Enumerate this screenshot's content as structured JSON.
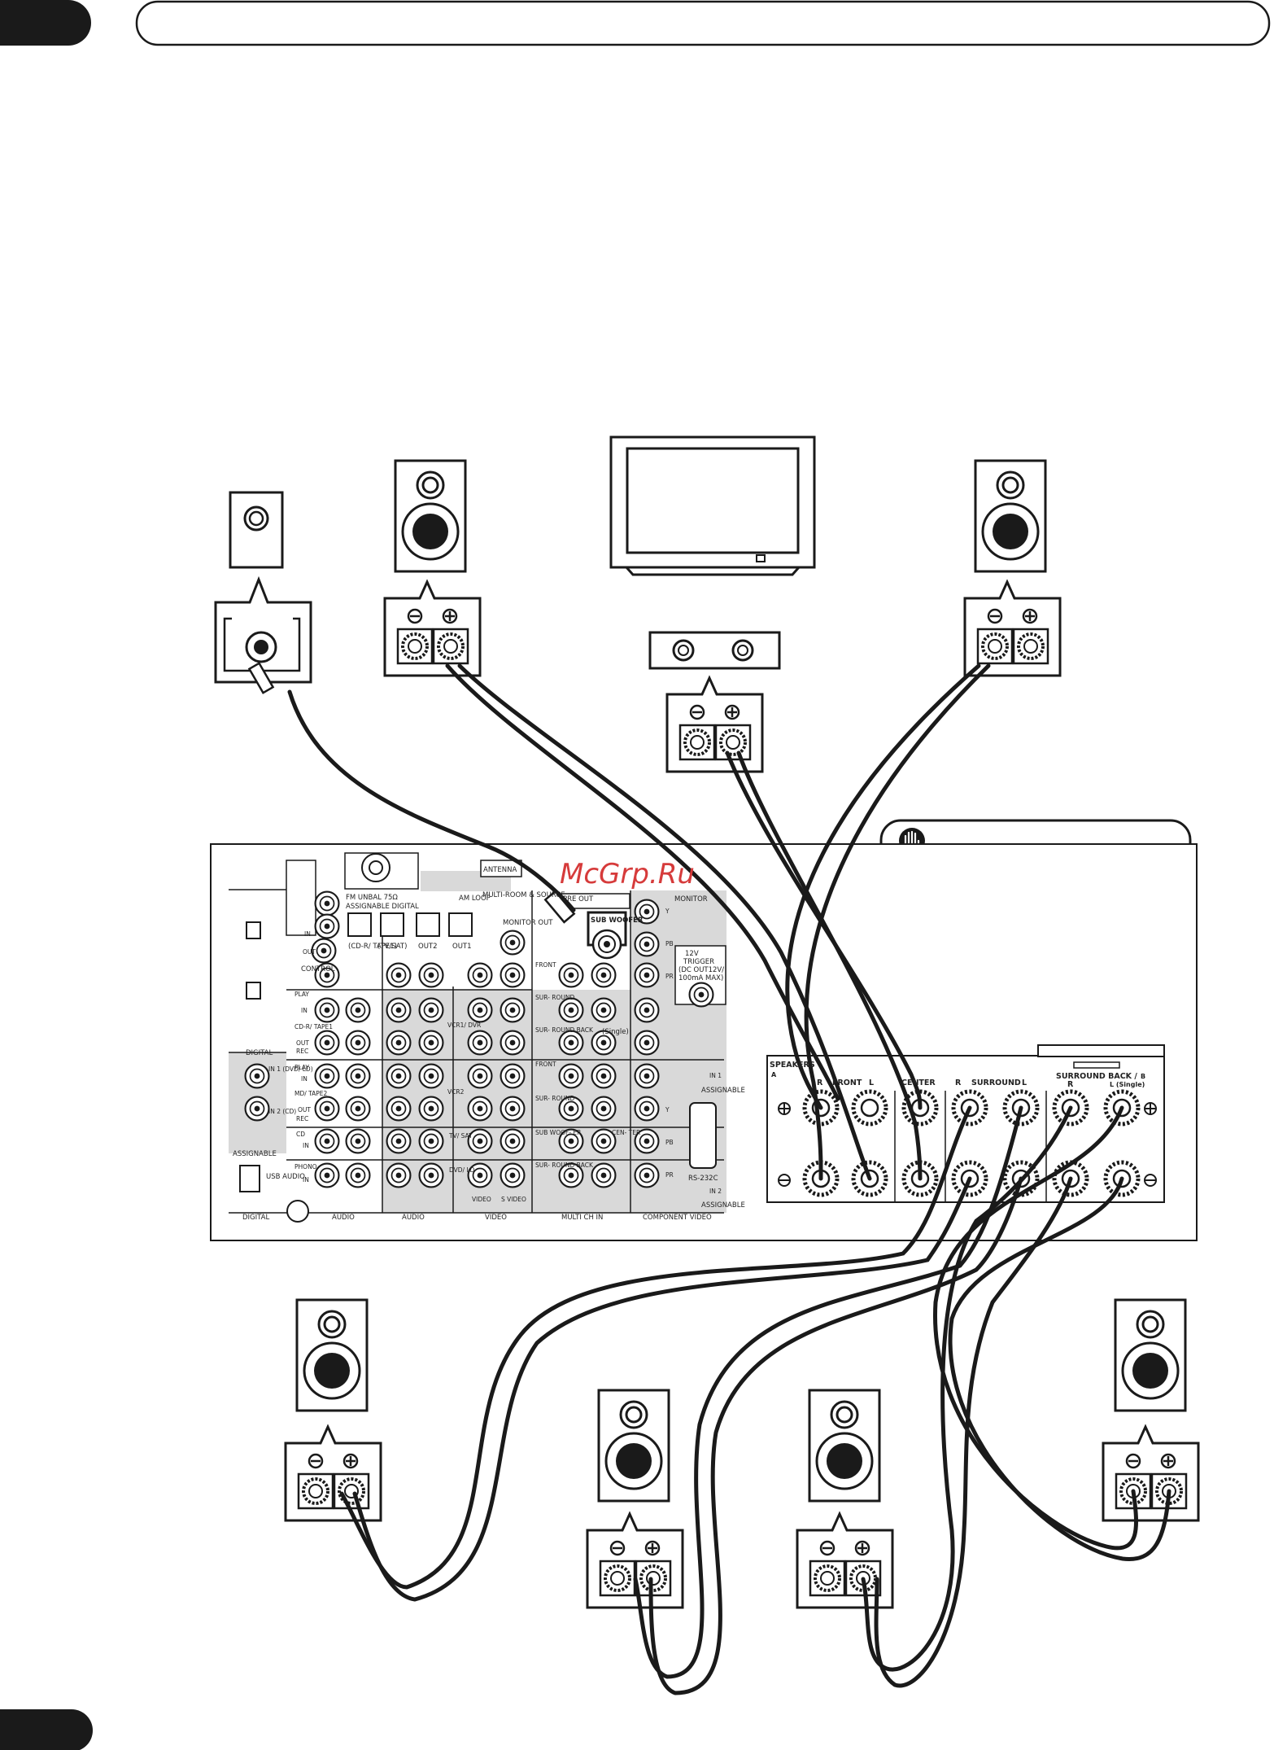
{
  "watermark": "McGrp.Ru",
  "panel": {
    "fm": "FM UNBAL 75Ω",
    "am_loop": "AM LOOP",
    "antenna": "ANTENNA",
    "assignable_digital": "ASSIGNABLE  DIGITAL",
    "multi_room": "MULTI-ROOM & SOURCE",
    "pre_out": "PRE OUT",
    "sub_woofer": "SUB WOOFER",
    "monitor": "MONITOR",
    "monitor_out": "MONITOR OUT",
    "trigger": [
      "12V",
      "TRIGGER",
      "(DC OUT12V/",
      "100mA MAX)"
    ],
    "control": "CONTROL",
    "in": "IN",
    "out": "OUT",
    "digital": "DIGITAL",
    "assignable": "ASSIGNABLE",
    "usb_audio": "USB AUDIO",
    "rs232c": "RS-232C",
    "out1": "OUT1",
    "out2": "OUT2",
    "cd_r_tape1": "(CD-R/ TAPE1)",
    "tv_sat": "(TV/SAT)",
    "bottom": [
      "DIGITAL",
      "AUDIO",
      "AUDIO",
      "VIDEO",
      "MULTI CH IN",
      "COMPONENT VIDEO"
    ],
    "rows_left": [
      "PLAY",
      "IN",
      "CD-R/ TAPE1",
      "OUT",
      "REC",
      "PLAY",
      "IN",
      "MD/ TAPE2",
      "OUT",
      "REC",
      "CD",
      "IN",
      "PHONO",
      "IN"
    ],
    "rows_video": [
      "VCR1/ DVR",
      "VCR2",
      "TV/ SAT",
      "DVD/ LD"
    ],
    "video_cols": [
      "VIDEO",
      "S VIDEO"
    ],
    "digital_in": [
      "IN 1 (DVD/ LD)",
      "IN 2 (CD)"
    ],
    "multich": [
      "FRONT",
      "SUR- ROUND",
      "SUR- ROUND BACK",
      "FRONT",
      "SUR- ROUND",
      "SUB WOOF- ER",
      "SUR- ROUND BACK",
      "CEN- TER"
    ],
    "component": [
      "Y",
      "PB",
      "PR",
      "IN 1",
      "ASSIGNABLE",
      "IN 2"
    ],
    "single": "(Single)"
  },
  "speakers_panel": {
    "title": "SPEAKERS",
    "a": "A",
    "b": "B",
    "front": "FRONT",
    "center": "CENTER",
    "surround": "SURROUND",
    "surround_back": "SURROUND BACK /",
    "r": "R",
    "l": "L",
    "single": "L (Single)"
  },
  "colors": {
    "ink": "#1a1a1a",
    "panel_gray": "#d9d9d9",
    "bg": "#ffffff"
  }
}
